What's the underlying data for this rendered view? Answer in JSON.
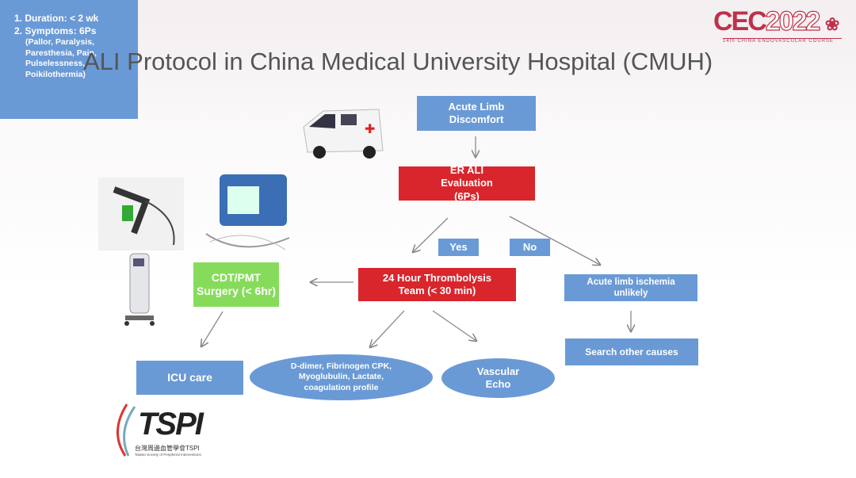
{
  "slide": {
    "title": "ALI Protocol in China Medical University Hospital (CMUH)"
  },
  "logo": {
    "cec": "CEC",
    "year": "2022",
    "subtitle": "14th CHINA ENDOVASCULAR COURSE"
  },
  "flow": {
    "acute_limb": "Acute Limb Discomfort",
    "er_eval": "ER ALI Evaluation (6Ps)",
    "yes": "Yes",
    "no": "No",
    "thrombolysis": "24 Hour Thrombolysis Team (< 30 min)",
    "cdt": "CDT/PMT Surgery (< 6hr)",
    "unlikely": "Acute limb ischemia unlikely",
    "search": "Search other causes",
    "icu": "ICU care",
    "labs": "D-dimer, Fibrinogen CPK, Myoglubulin, Lactate, coagulation profile",
    "echo": "Vascular Echo"
  },
  "criteria": {
    "item1": "1.  Duration: < 2 wk",
    "item2": "2. Symptoms: 6Ps",
    "detail": "(Pallor, Paralysis, Paresthesia, Pain, Pulselessness, Poikilothermia)"
  },
  "tspi": {
    "name": "TSPI",
    "cn": "台灣周邊血管學會TSPI",
    "en": "Taiwan Society of Peripheral Interventions"
  },
  "colors": {
    "blue": "#6a9ad6",
    "red": "#d8262c",
    "green": "#86dc5a"
  }
}
